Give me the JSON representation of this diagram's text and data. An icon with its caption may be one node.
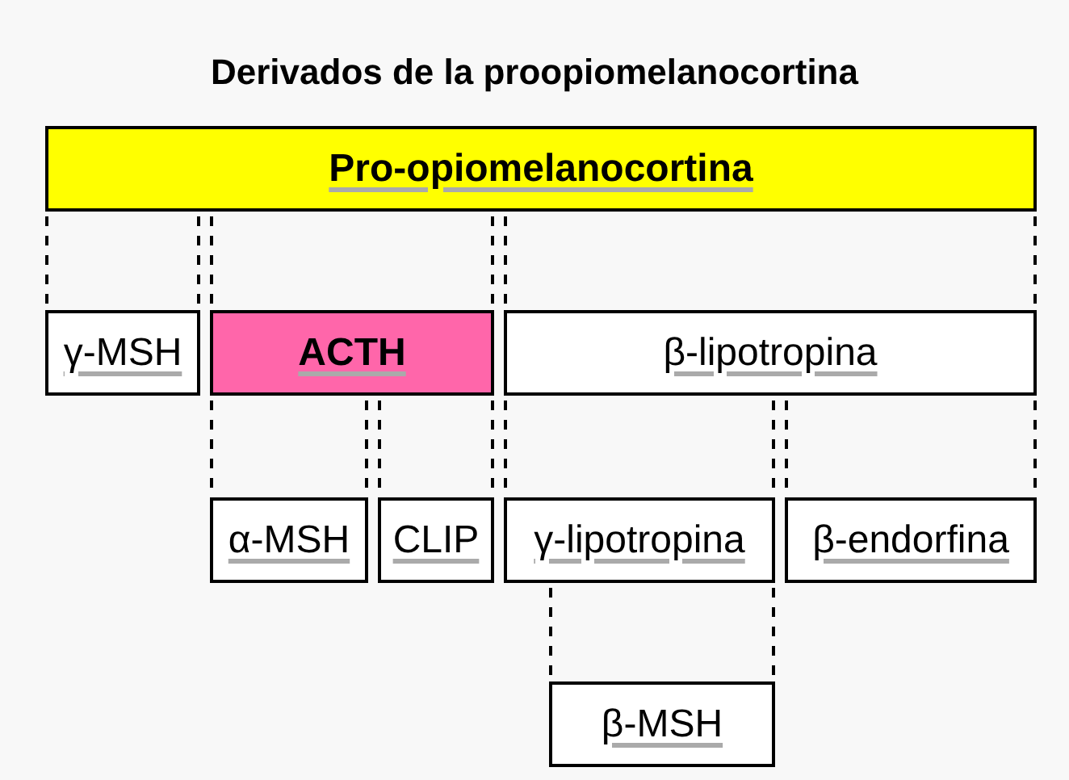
{
  "diagram": {
    "title": "Derivados de la proopiomelanocortina",
    "nodes": [
      {
        "text": [
          "Pro-opiomelanocortina"
        ]
      },
      {
        "text": [
          "γ-MSH"
        ]
      },
      {
        "text": [
          "ACTH"
        ]
      },
      {
        "text": [
          "β-lipotropina"
        ]
      },
      {
        "text": [
          "α-MSH"
        ]
      },
      {
        "text": [
          "CLIP"
        ]
      },
      {
        "text": [
          "γ-lipotropina"
        ]
      },
      {
        "text": [
          "β-endorfina"
        ]
      },
      {
        "text": [
          "β-MSH"
        ]
      }
    ],
    "edges": [
      {
        "from": 0,
        "to": 1,
        "arrow": "none",
        "style": "dashed"
      },
      {
        "from": 0,
        "to": 2,
        "arrow": "none",
        "style": "dashed"
      },
      {
        "from": 0,
        "to": 3,
        "arrow": "none",
        "style": "dashed"
      },
      {
        "from": 2,
        "to": 4,
        "arrow": "none",
        "style": "dashed"
      },
      {
        "from": 2,
        "to": 5,
        "arrow": "none",
        "style": "dashed"
      },
      {
        "from": 3,
        "to": 6,
        "arrow": "none",
        "style": "dashed"
      },
      {
        "from": 3,
        "to": 7,
        "arrow": "none",
        "style": "dashed"
      },
      {
        "from": 6,
        "to": 8,
        "arrow": "none",
        "style": "dashed"
      }
    ]
  }
}
